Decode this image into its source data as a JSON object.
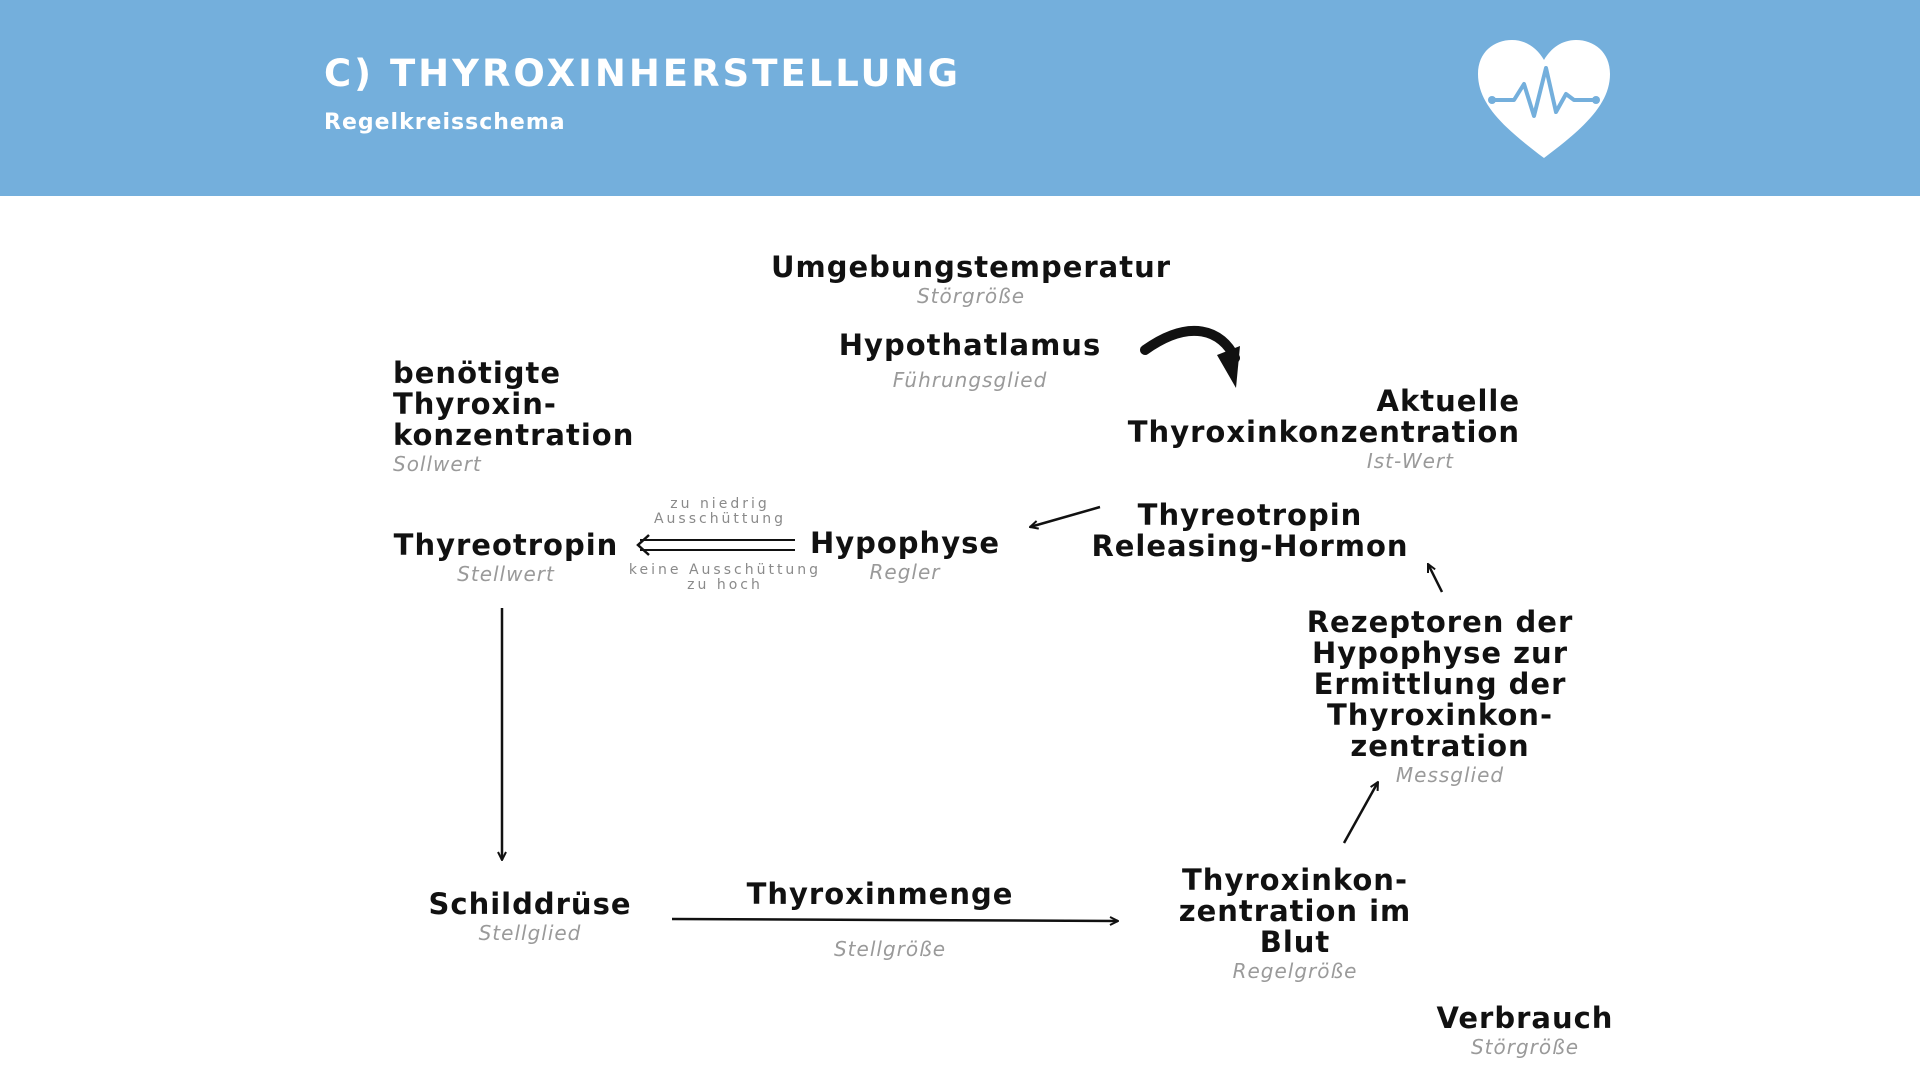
{
  "header": {
    "title": "C) THYROXINHERSTELLUNG",
    "subtitle": "Regelkreisschema",
    "background_color": "#74afdc",
    "icon": "heart-pulse-icon"
  },
  "nodes": {
    "umgebung": {
      "name": "Umgebungstemperatur",
      "role": "Störgröße"
    },
    "hypothalamus": {
      "name": "Hypothatlamus",
      "role": "Führungsglied"
    },
    "sollwert": {
      "name": "benötigte\nThyroxin-\nkonzentration",
      "role": "Sollwert"
    },
    "istwert": {
      "name": "Aktuelle\nThyroxinkonzentration",
      "role": "Ist-Wert"
    },
    "thyreotropin": {
      "name": "Thyreotropin",
      "role": "Stellwert"
    },
    "hypophyse": {
      "name": "Hypophyse",
      "role": "Regler"
    },
    "trh": {
      "name": "Thyreotropin\nReleasing-Hormon"
    },
    "rezeptoren": {
      "name": "Rezeptoren der\nHypophyse zur\nErmittlung der\nThyroxinkon-\nzentration",
      "role": "Messglied"
    },
    "schilddruese": {
      "name": "Schilddrüse",
      "role": "Stellglied"
    },
    "thyroxinmenge": {
      "name": "Thyroxinmenge",
      "role": "Stellgröße"
    },
    "blut": {
      "name": "Thyroxinkon-\nzentration im\nBlut",
      "role": "Regelgröße"
    },
    "verbrauch": {
      "name": "Verbrauch",
      "role": "Störgröße"
    }
  },
  "notes": {
    "zu_niedrig": "zu niedrig\nAusschüttung",
    "zu_hoch": "keine Ausschüttung\nzu hoch"
  }
}
